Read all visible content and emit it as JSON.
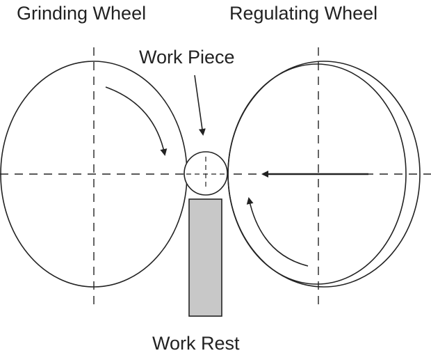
{
  "labels": {
    "grinding_wheel": "Grinding Wheel",
    "regulating_wheel": "Regulating Wheel",
    "work_piece": "Work Piece",
    "work_rest": "Work Rest"
  },
  "colors": {
    "stroke": "#222222",
    "work_rest_fill": "#c8c8c8",
    "background": "#ffffff"
  }
}
